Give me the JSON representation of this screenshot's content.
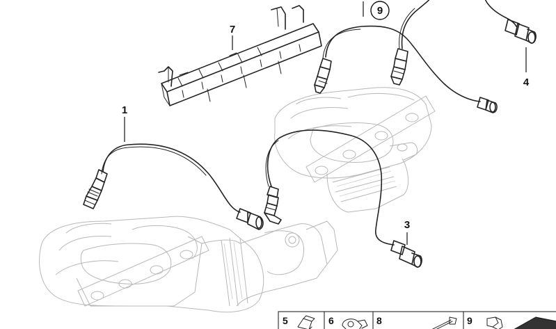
{
  "callouts": {
    "part1": "1",
    "part3": "3",
    "part4": "4",
    "part7": "7",
    "part9": "9"
  },
  "legend": {
    "items": [
      {
        "number": "5"
      },
      {
        "number": "6"
      },
      {
        "number": "8"
      },
      {
        "number": "9"
      }
    ]
  }
}
